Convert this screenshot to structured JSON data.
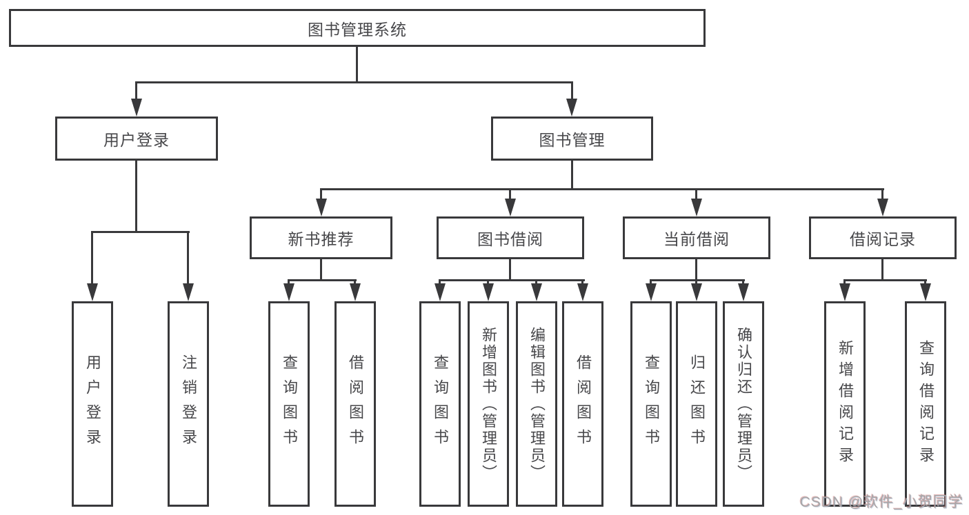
{
  "diagram": {
    "root": {
      "label": "图书管理系统"
    },
    "branches": [
      {
        "label": "用户登录",
        "children": [
          "用户登录",
          "注销登录"
        ]
      },
      {
        "label": "图书管理",
        "groups": [
          {
            "label": "新书推荐",
            "children": [
              "查询图书",
              "借阅图书"
            ]
          },
          {
            "label": "图书借阅",
            "children": [
              "查询图书",
              "新增图书（管理员）",
              "编辑图书（管理员）",
              "借阅图书"
            ]
          },
          {
            "label": "当前借阅",
            "children": [
              "查询图书",
              "归还图书",
              "确认归还（管理员）"
            ]
          },
          {
            "label": "借阅记录",
            "children": [
              "新增借阅记录",
              "查询借阅记录"
            ]
          }
        ]
      }
    ]
  },
  "watermark": {
    "text": "CSDN @软件_小贺同学"
  },
  "colors": {
    "line": "#39393b",
    "text": "#47474a",
    "background": "#ffffff",
    "watermark": "#a6a6a8"
  }
}
